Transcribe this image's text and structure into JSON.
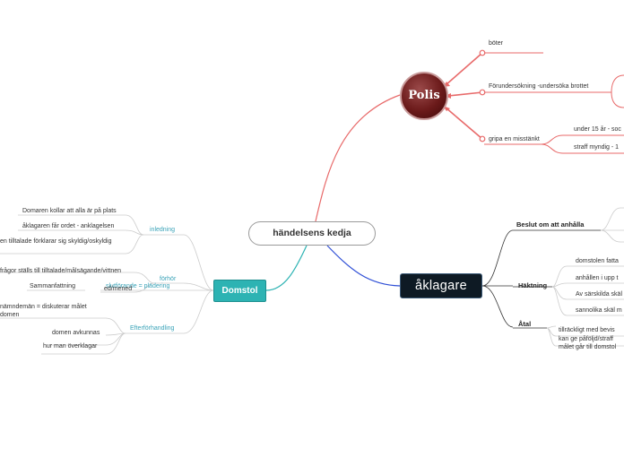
{
  "center": "händelsens kedja",
  "polis": {
    "title": "Polis",
    "items": [
      "böter",
      "Förundersökning -undersöka brottet",
      "gripa en misstänkt"
    ],
    "gripa_children": [
      "under 15 år - soc",
      "straff myndig - 1"
    ]
  },
  "aklagare": {
    "title": "åklagare",
    "beslut": "Beslut  om att anhålla",
    "hakning": "Häktning",
    "hakning_children": [
      "domstolen fatta",
      "anhållen i upp t",
      "Av särskilda skäl",
      "sannolika skäl m"
    ],
    "atal": "Åtal",
    "atal_children": [
      "tillräckligt med bevis",
      "målet går till domstol",
      "kan ge påföljd/straff"
    ]
  },
  "domstol": {
    "title": "Domstol",
    "inledning": "inledning",
    "inledning_children": [
      "Domaren kollar att alla är på plats",
      "åklagaren får ordet - anklagelsen",
      "en tilltalade förklarar sig skyldig/oskyldig"
    ],
    "forhor": "förhör",
    "forhor_children": [
      "frågor ställs till tilltalade/målsägande/vittnen",
      "ed/mened"
    ],
    "slutforande": "slutförande = plädering",
    "slutforande_child": "Sammanfattning",
    "efterforhandling": "Efterförhandling",
    "efter_children": [
      "nämndemän = diskuterar målet",
      "domen",
      "domen avkunnas",
      "hur man överklagar"
    ]
  },
  "colors": {
    "polis_branch": "#e86a6a",
    "aklagare_branch": "#2f4fd6",
    "domstol_branch": "#2db3b3",
    "leaf_line": "#cccccc"
  }
}
